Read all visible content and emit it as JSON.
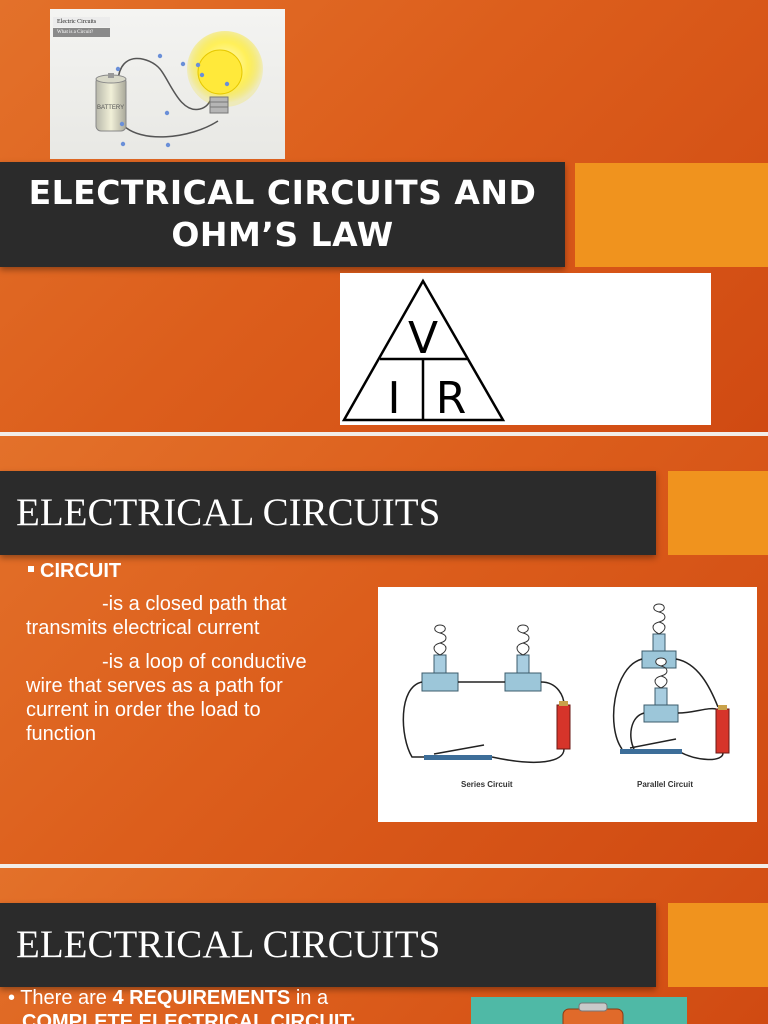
{
  "slide1": {
    "thumbnail": {
      "tag_title": "Electric Circuits",
      "tag_subtitle": "What is a Circuit?",
      "battery_label": "BATTERY"
    },
    "title_line1": "ELECTRICAL CIRCUITS AND",
    "title_line2": "OHM’S LAW",
    "ohm_triangle": {
      "top": "V",
      "bottom_left": "I",
      "bottom_right": "R"
    }
  },
  "slide2": {
    "title": "ELECTRICAL CIRCUITS",
    "bullet": "CIRCUIT",
    "def1_line1": "-is a closed path that",
    "def1_line2": "transmits electrical current",
    "def2_line1": "-is a loop of conductive",
    "def2_line2": "wire that serves as a path for",
    "def2_line3": "current in order the load to",
    "def2_line4": "function",
    "diagram": {
      "series_label": "Series Circuit",
      "parallel_label": "Parallel Circuit"
    }
  },
  "slide3": {
    "title": "ELECTRICAL CIRCUITS",
    "req_prefix": "• There are ",
    "req_bold": "4 REQUIREMENTS",
    "req_suffix": " in a",
    "req_line2": "COMPLETE ELECTRICAL CIRCUIT:"
  },
  "colors": {
    "background": "#dc5e1c",
    "title_bar": "#2b2b2b",
    "accent": "#f0931e",
    "teal": "#4fb9a6"
  }
}
